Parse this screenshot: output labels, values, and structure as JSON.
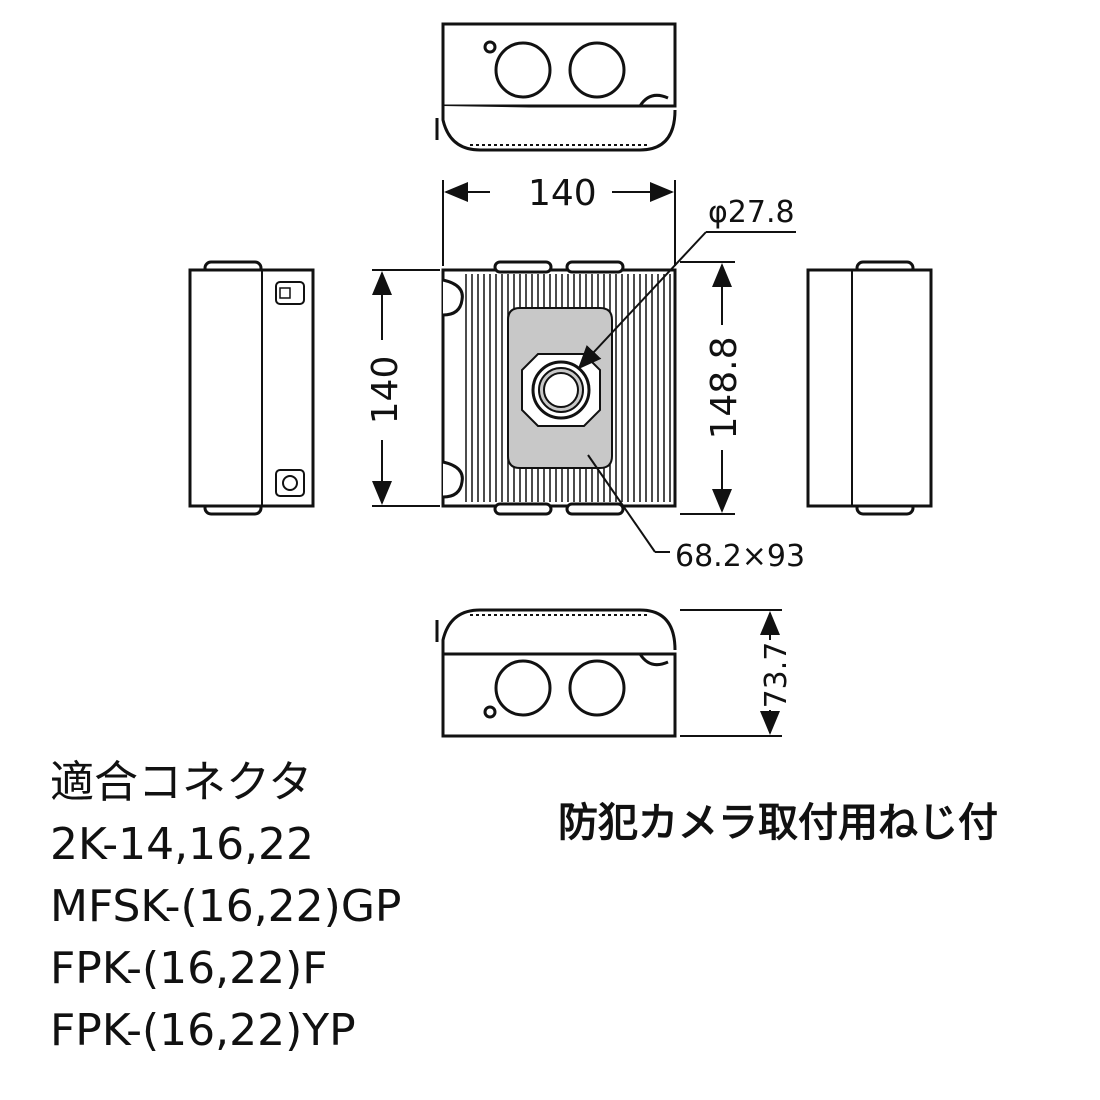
{
  "dimensions": {
    "width": "140",
    "height": "140",
    "hole_diameter": "φ27.8",
    "overall_height": "148.8",
    "plate_size": "68.2×93",
    "depth": "73.7"
  },
  "connectors": {
    "heading": "適合コネクタ",
    "items": [
      "2K-14,16,22",
      "MFSK-(16,22)GP",
      "FPK-(16,22)F",
      "FPK-(16,22)YP"
    ]
  },
  "feature_note": "防犯カメラ取付用ねじ付",
  "colors": {
    "line": "#111111",
    "plate": "#c8c8c8",
    "fill": "#ffffff"
  }
}
